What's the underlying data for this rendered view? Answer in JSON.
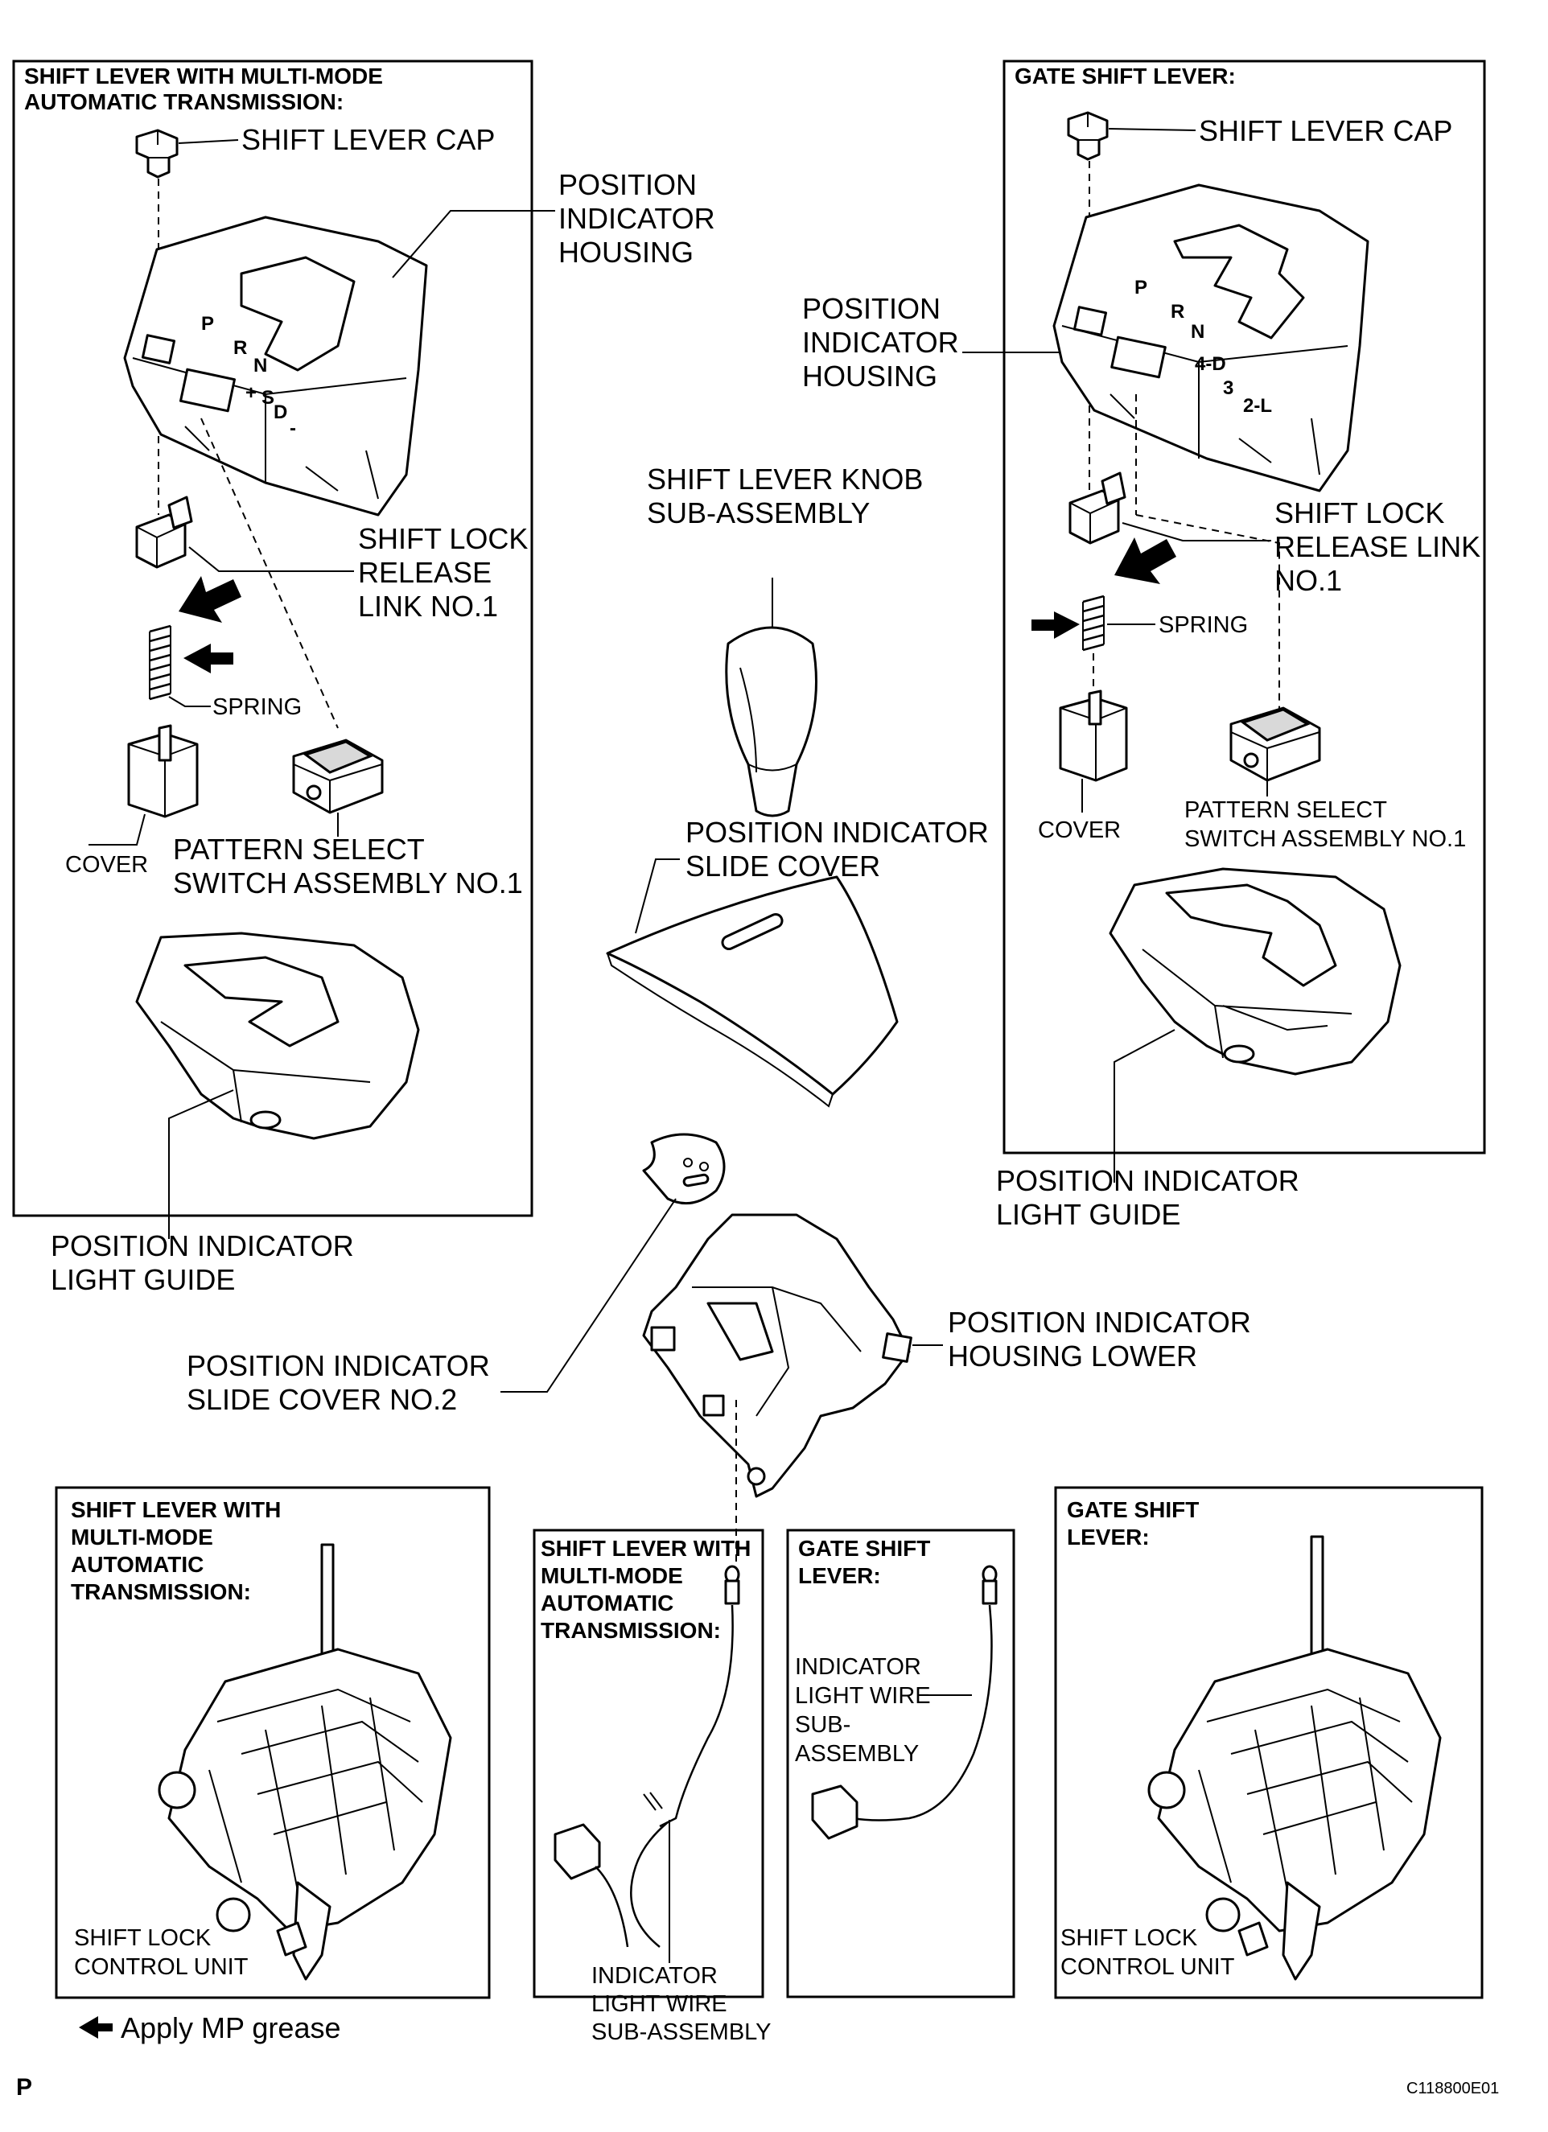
{
  "panels": {
    "top_left": {
      "header": [
        "SHIFT LEVER WITH MULTI-MODE",
        "AUTOMATIC TRANSMISSION:"
      ],
      "shift_lever_cap": "SHIFT LEVER CAP",
      "position_indicator_housing": [
        "POSITION",
        "INDICATOR",
        "HOUSING"
      ],
      "gear_letters": [
        "P",
        "R",
        "N",
        "+",
        "S",
        "D",
        "-"
      ],
      "shift_lock_release_link": [
        "SHIFT LOCK",
        "RELEASE",
        "LINK NO.1"
      ],
      "spring": "SPRING",
      "cover": "COVER",
      "pattern_select_switch": [
        "PATTERN SELECT",
        "SWITCH ASSEMBLY NO.1"
      ],
      "position_indicator_light_guide": [
        "POSITION INDICATOR",
        "LIGHT GUIDE"
      ]
    },
    "top_right": {
      "header": [
        "GATE SHIFT LEVER:"
      ],
      "shift_lever_cap": "SHIFT LEVER CAP",
      "position_indicator_housing": [
        "POSITION",
        "INDICATOR",
        "HOUSING"
      ],
      "gear_letters": [
        "P",
        "R",
        "N",
        "4-D",
        "3",
        "2-L"
      ],
      "shift_lock_release_link": [
        "SHIFT LOCK",
        "RELEASE LINK",
        "NO.1"
      ],
      "spring": "SPRING",
      "cover": "COVER",
      "pattern_select_switch": [
        "PATTERN SELECT",
        "SWITCH ASSEMBLY NO.1"
      ],
      "position_indicator_light_guide": [
        "POSITION INDICATOR",
        "LIGHT GUIDE"
      ]
    },
    "bottom_left": {
      "header": [
        "SHIFT LEVER WITH",
        "MULTI-MODE",
        "AUTOMATIC",
        "TRANSMISSION:"
      ],
      "shift_lock_control_unit": [
        "SHIFT LOCK",
        "CONTROL UNIT"
      ]
    },
    "bottom_mid_left": {
      "header": [
        "SHIFT LEVER WITH",
        "MULTI-MODE",
        "AUTOMATIC",
        "TRANSMISSION:"
      ]
    },
    "bottom_mid_right": {
      "header": [
        "GATE SHIFT",
        "LEVER:"
      ],
      "indicator_light_wire": [
        "INDICATOR",
        "LIGHT WIRE",
        "SUB-",
        "ASSEMBLY"
      ]
    },
    "bottom_right": {
      "header": [
        "GATE SHIFT",
        "LEVER:"
      ],
      "shift_lock_control_unit": [
        "SHIFT LOCK",
        "CONTROL UNIT"
      ]
    }
  },
  "center": {
    "shift_lever_knob": [
      "SHIFT LEVER KNOB",
      "SUB-ASSEMBLY"
    ],
    "position_indicator_slide_cover": [
      "POSITION INDICATOR",
      "SLIDE COVER"
    ],
    "position_indicator_slide_cover_no2": [
      "POSITION INDICATOR",
      "SLIDE COVER NO.2"
    ],
    "position_indicator_housing_lower": [
      "POSITION INDICATOR",
      "HOUSING LOWER"
    ],
    "indicator_light_wire": [
      "INDICATOR",
      "LIGHT WIRE",
      "SUB-ASSEMBLY"
    ]
  },
  "footer": {
    "legend_grease": "Apply MP grease",
    "page_marker": "P",
    "figure_code": "C118800E01"
  }
}
